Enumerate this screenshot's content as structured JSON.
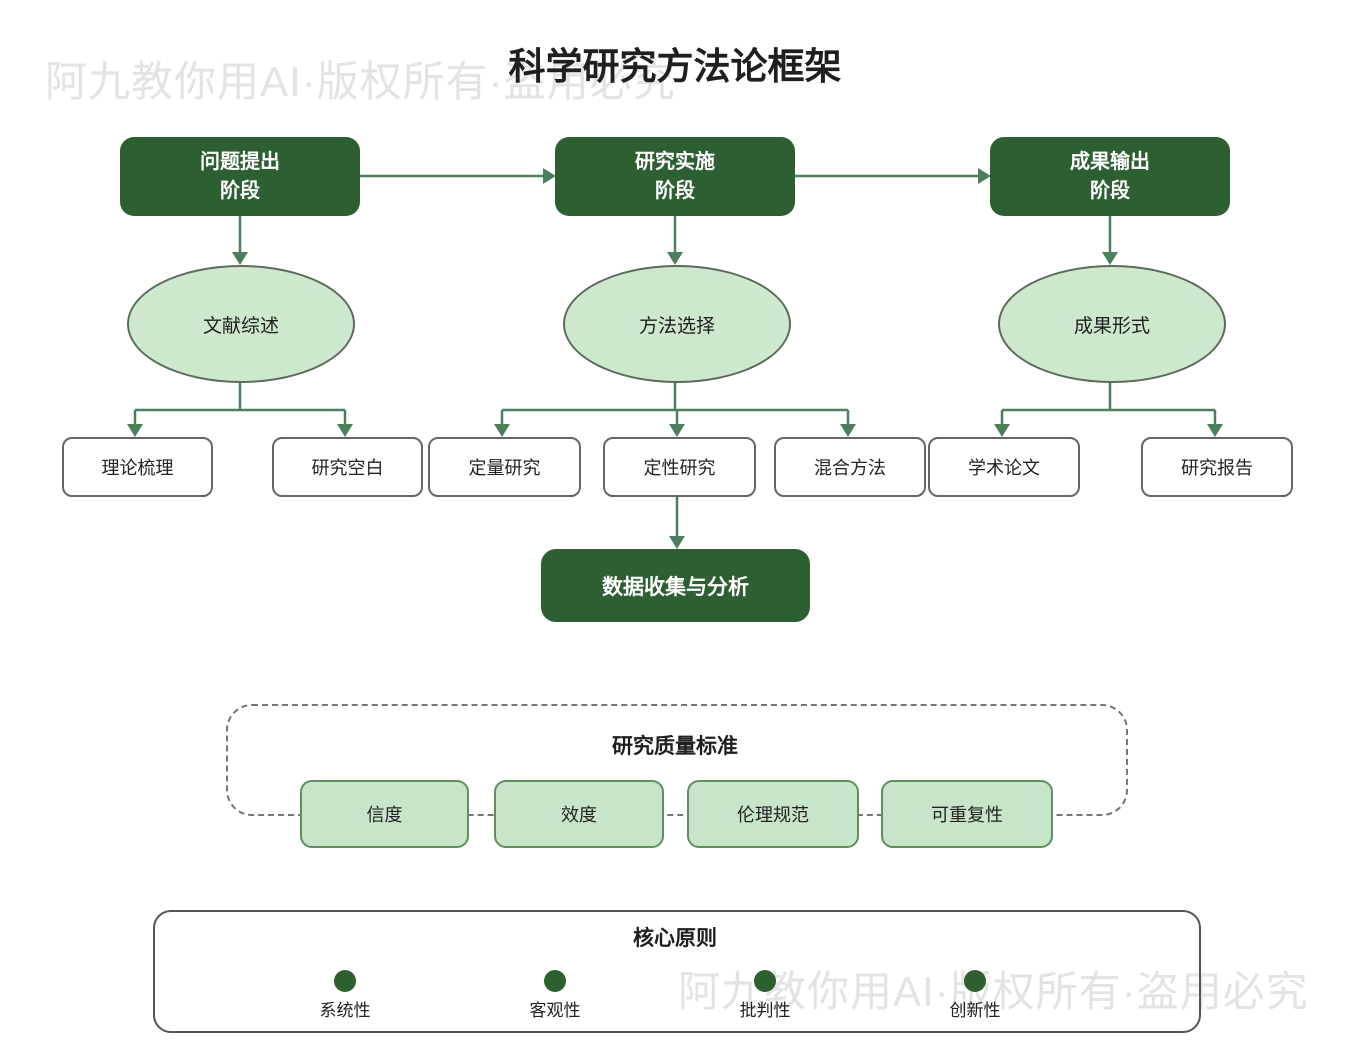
{
  "title": "科学研究方法论框架",
  "watermark": {
    "text": "阿九教你用AI·版权所有·盗用必究"
  },
  "flow": {
    "stages": [
      {
        "line1": "问题提出",
        "line2": "阶段"
      },
      {
        "line1": "研究实施",
        "line2": "阶段"
      },
      {
        "line1": "成果输出",
        "line2": "阶段"
      }
    ],
    "ellipses": [
      "文献综述",
      "方法选择",
      "成果形式"
    ],
    "leaves": [
      "理论梳理",
      "研究空白",
      "定量研究",
      "定性研究",
      "混合方法",
      "学术论文",
      "研究报告"
    ],
    "data_box": "数据收集与分析"
  },
  "quality": {
    "title": "研究质量标准",
    "items": [
      "信度",
      "效度",
      "伦理规范",
      "可重复性"
    ]
  },
  "principles": {
    "title": "核心原则",
    "items": [
      "系统性",
      "客观性",
      "批判性",
      "创新性"
    ]
  },
  "colors": {
    "stage_box": "#2d5f32",
    "connector": "#4c7f5c",
    "ellipse_fill": "#cde8cd",
    "ellipse_border": "#5c6b5c",
    "leaf_border": "#666666",
    "quality_fill": "#c9e5c9",
    "quality_border": "#5f8f5f",
    "principle_dot": "#2d5f2f",
    "watermark": "#e3e3e3",
    "text": "#212121"
  }
}
